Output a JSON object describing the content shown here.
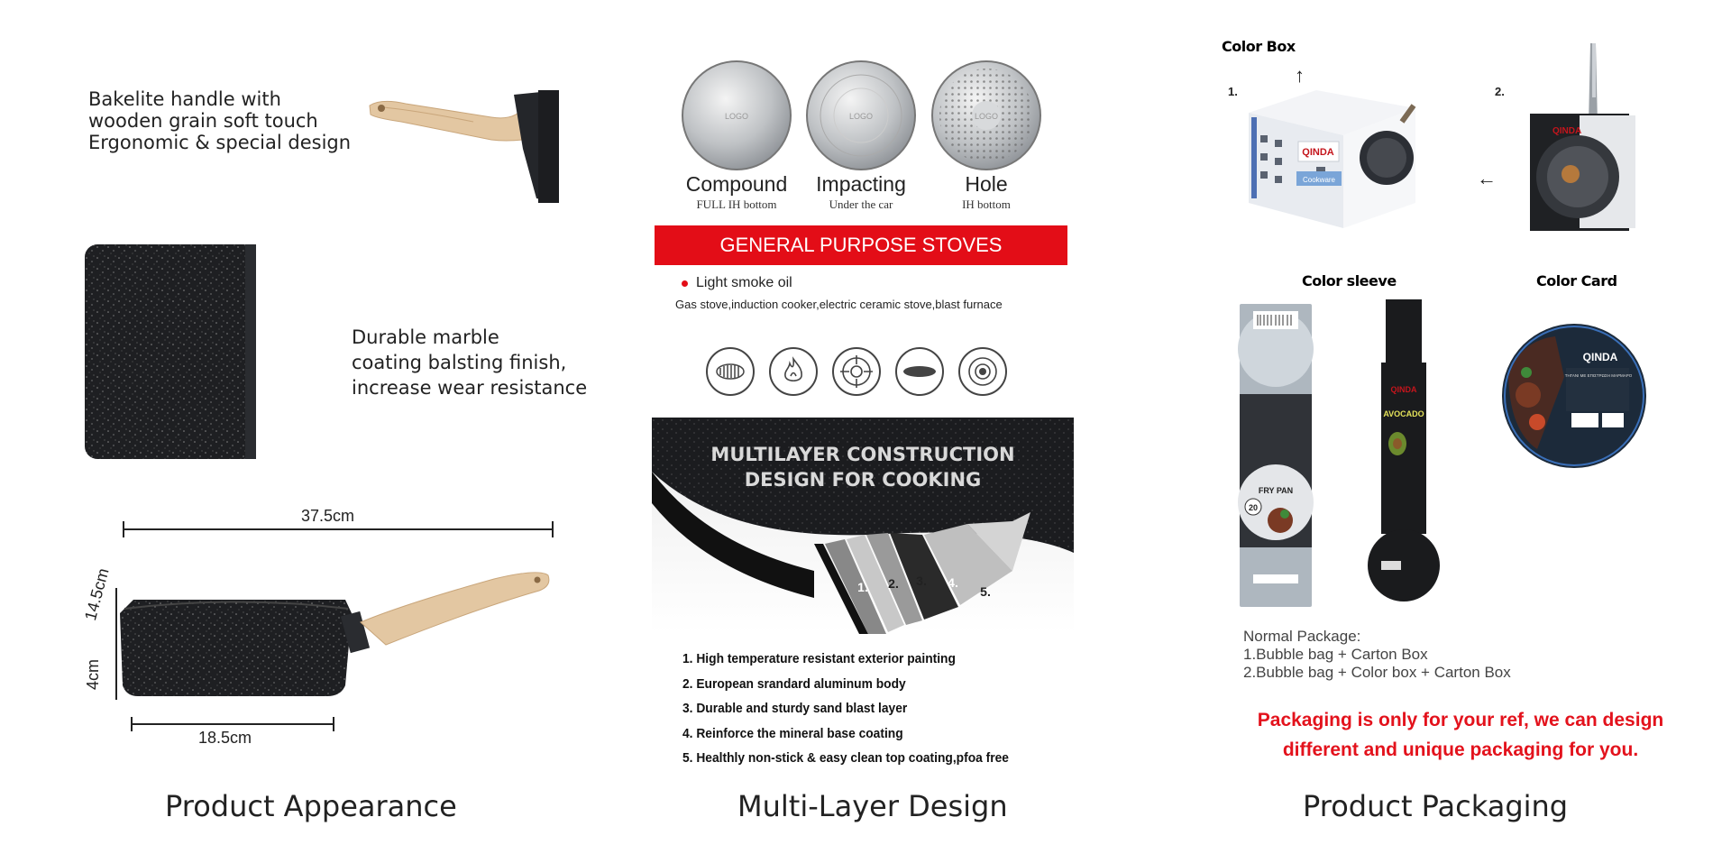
{
  "appearance": {
    "title": "Product Appearance",
    "handle_text": [
      "Bakelite handle with",
      "wooden grain soft touch",
      "Ergonomic & special design"
    ],
    "coating_text": [
      "Durable marble",
      "coating balsting finish,",
      "increase wear resistance"
    ],
    "dims": {
      "length": "37.5cm",
      "width": "14.5cm",
      "height": "4cm",
      "base": "18.5cm"
    }
  },
  "multilayer": {
    "title": "Multi-Layer Design",
    "bottoms": [
      {
        "label": "Compound",
        "sub": "FULL IH bottom",
        "logo": "LOGO"
      },
      {
        "label": "Impacting",
        "sub": "Under the car",
        "logo": "LOGO"
      },
      {
        "label": "Hole",
        "sub": "IH bottom",
        "logo": "LOGO"
      }
    ],
    "banner": "GENERAL PURPOSE STOVES",
    "bullet": "Light smoke oil",
    "stoves_line": "Gas stove,induction cooker,electric ceramic stove,blast furnace",
    "stove_icons": [
      "induction-coil-icon",
      "flame-icon",
      "gas-burner-icon",
      "ceramic-plate-icon",
      "hotplate-icon"
    ],
    "construction": [
      "MULTILAYER CONSTRUCTION",
      "DESIGN FOR COOKING"
    ],
    "layer_numbers": [
      "1.",
      "2.",
      "3.",
      "4.",
      "5."
    ],
    "layers": [
      "1. High temperature resistant exterior painting",
      "2. European srandard aluminum body",
      "3. Durable and sturdy sand blast layer",
      "4. Reinforce the mineral base coating",
      "5. Healthly non-stick & easy clean top coating,pfoa free"
    ]
  },
  "packaging": {
    "title": "Product Packaging",
    "color_box": "Color Box",
    "num1": "1.",
    "num2": "2.",
    "color_sleeve": "Color sleeve",
    "color_card": "Color Card",
    "brand": "QINDA",
    "box_text": "Cookware",
    "sleeve1_text": "FRY PAN",
    "sleeve1_size": "20",
    "sleeve2_text": "AVOCADO",
    "card_text": "ΤΗΓΑΝΙ ΜΕ ΕΠΙΣΤΡΩΣΗ ΜΑΡΜΑΡΟ",
    "normal_label": "Normal Package:",
    "normal_lines": [
      "1.Bubble bag + Carton Box",
      "2.Bubble bag + Color box + Carton Box"
    ],
    "red_note": [
      "Packaging is only for your ref, we can design",
      "different and unique packaging for you."
    ]
  },
  "colors": {
    "red": "#e30d17",
    "pan": "#1e1f22",
    "wood": "#e3c7a2"
  }
}
